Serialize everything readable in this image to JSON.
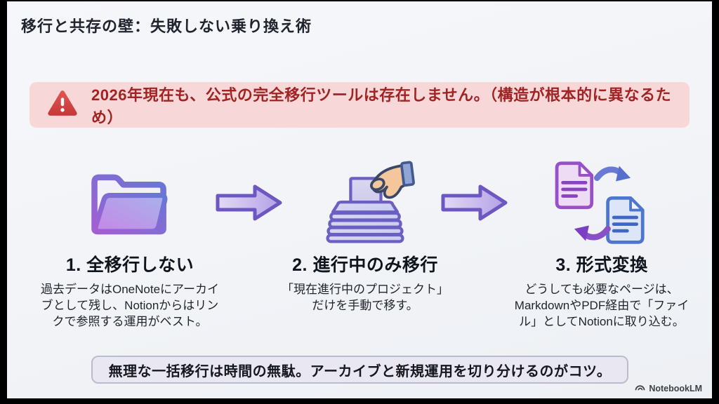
{
  "slide": {
    "title": "移行と共存の壁：失敗しない乗り換え術"
  },
  "warning_banner": {
    "icon": "warning-triangle-icon",
    "text": "2026年現在も、公式の完全移行ツールは存在しません。（構造が根本的に異なるため）",
    "bg_color": "#f8d7d8",
    "text_color": "#a12424"
  },
  "steps": [
    {
      "icon": "open-folder-icon",
      "title": "1. 全移行しない",
      "description": "過去データはOneNoteにアーカイ\nブとして残し、Notionからはリン\nクで参照する運用がベスト。"
    },
    {
      "icon": "hand-inserting-document-icon",
      "title": "2. 進行中のみ移行",
      "description": "「現在進行中のプロジェクト」\nだけを手動で移す。"
    },
    {
      "icon": "document-conversion-icon",
      "title": "3. 形式変換",
      "description": "どうしても必要なページは、\nMarkdownやPDF経由で「ファイ\nル」としてNotionに取り込む。"
    }
  ],
  "arrows": {
    "style": "block-arrow-right",
    "accent_color": "#6d57c0"
  },
  "summary_banner": {
    "text": "無理な一括移行は時間の無駄。アーカイブと新規運用を切り分けるのがコツ。",
    "bg_color": "#e9e7f2"
  },
  "watermark": {
    "icon": "notebooklm-logo-icon",
    "label": "NotebookLM"
  }
}
